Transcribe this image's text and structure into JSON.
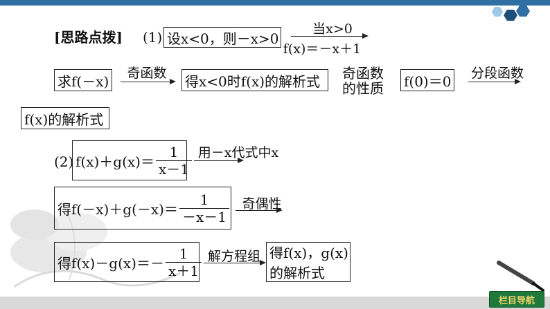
{
  "header": {
    "nav_label": "栏目导航"
  },
  "content": {
    "title": "[思路点拨]",
    "part1": {
      "num": "(1)",
      "box1": "设x<0，则－x>0",
      "arrow1_top": "当x>0",
      "arrow1_bottom": "f(x)＝－x＋1",
      "box2": "求f(－x)",
      "arrow2": "奇函数",
      "box3": "得x<0时f(x)的解析式",
      "label4_line1": "奇函数",
      "label4_line2": "的性质",
      "box4": "f(0)＝0",
      "arrow5": "分段函数",
      "box5": "f(x)的解析式"
    },
    "part2": {
      "num": "(2)",
      "eq1_left": "f(x)＋g(x)＝",
      "eq1_num": "1",
      "eq1_den": "x－1",
      "arrow1": "用－x代式中x",
      "eq2_left": "得f(－x)＋g(－x)＝",
      "eq2_num": "1",
      "eq2_den": "－x－1",
      "arrow2": "奇偶性",
      "eq3_left": "得f(x)－g(x)＝－",
      "eq3_num": "1",
      "eq3_den": "x＋1",
      "arrow3": "解方程组",
      "result_line1": "得f(x)，g(x)",
      "result_line2": "的解析式"
    }
  }
}
